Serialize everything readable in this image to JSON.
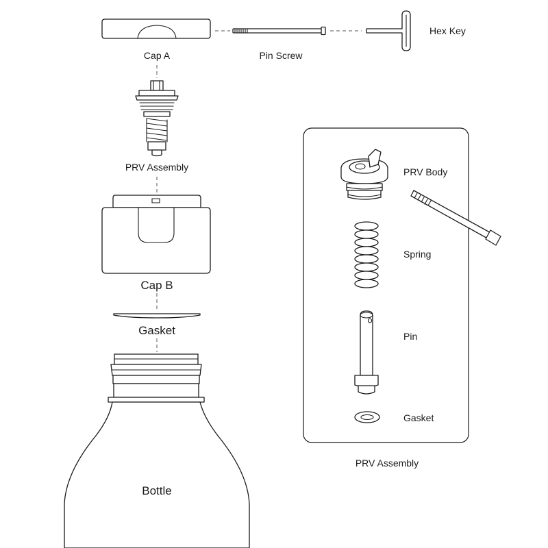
{
  "labels": {
    "cap_a": "Cap A",
    "pin_screw": "Pin Screw",
    "hex_key": "Hex Key",
    "prv_assembly_left": "PRV Assembly",
    "cap_b": "Cap B",
    "gasket_left": "Gasket",
    "bottle": "Bottle",
    "prv_body": "PRV Body",
    "spring": "Spring",
    "pin": "Pin",
    "gasket_right": "Gasket",
    "prv_assembly_panel": "PRV Assembly"
  },
  "colors": {
    "line": "#1a1a1a",
    "connector": "#555555",
    "background": "#ffffff"
  }
}
